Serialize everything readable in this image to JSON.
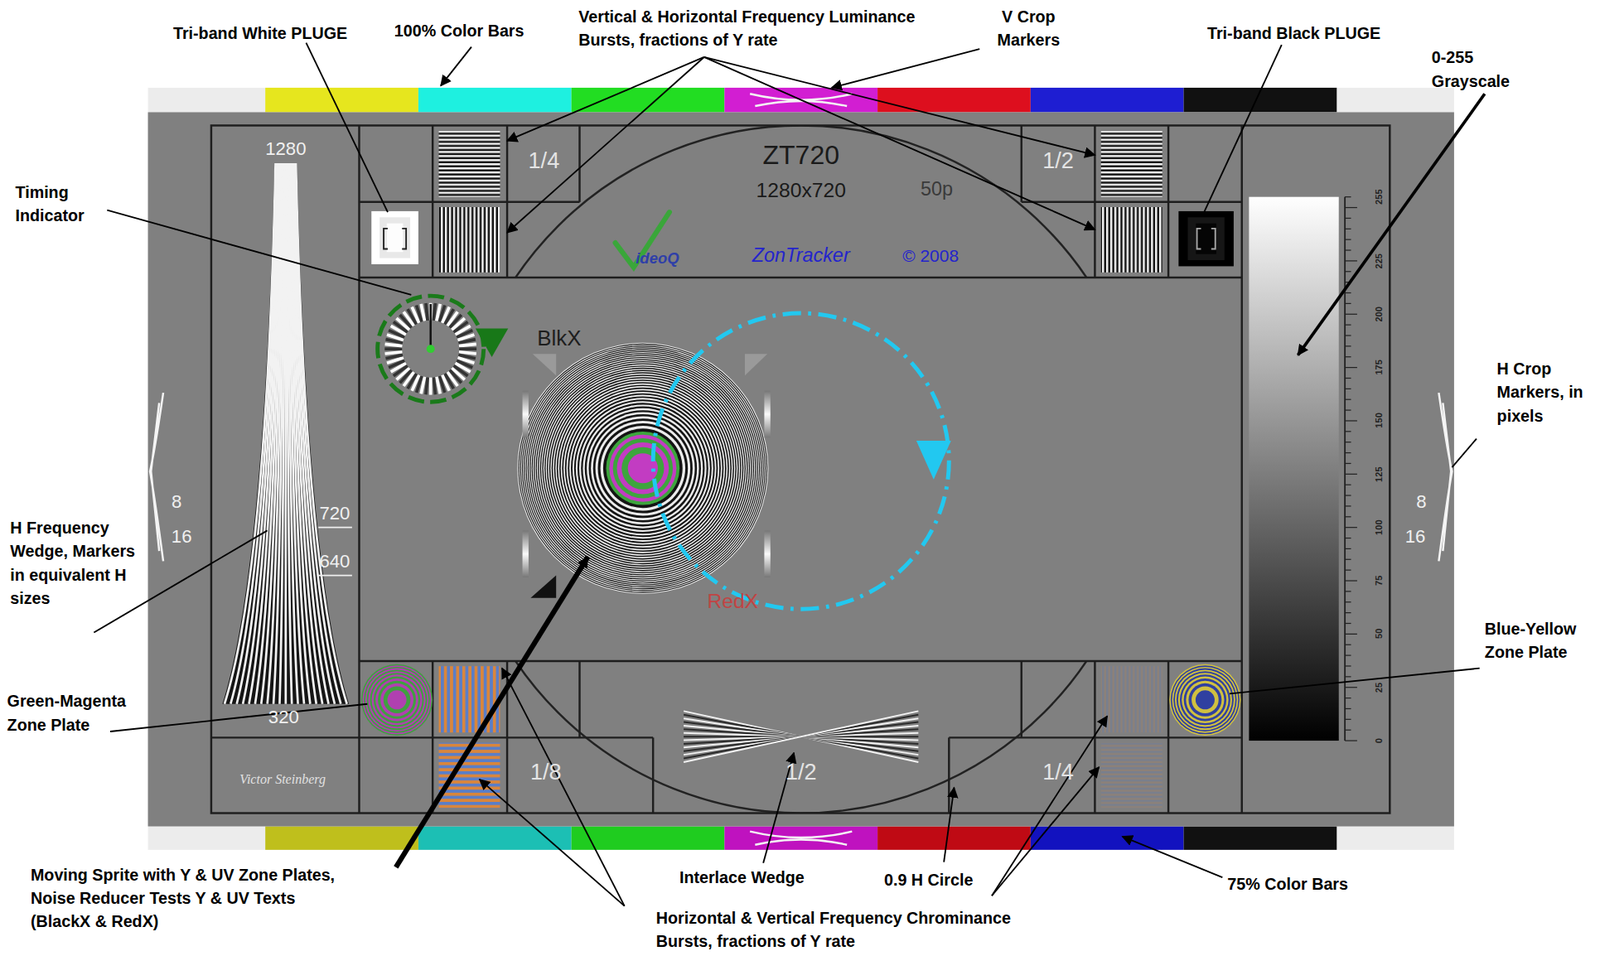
{
  "diagram": {
    "labels": [
      "Tri-band White PLUGE",
      "100% Color Bars",
      "Vertical & Horizontal Frequency Luminance Bursts, fractions of Y rate",
      "V Crop Markers",
      "Tri-band Black PLUGE",
      "0-255 Grayscale",
      "1280",
      "1/4",
      "ZT720",
      "1/2",
      "1280x720",
      "50p",
      "ideoQ",
      "ZonTracker",
      "© 2008",
      "Timing Indicator",
      "BlkX",
      "H Crop Markers, in pixels",
      "8",
      "720",
      "16",
      "640",
      "8",
      "16",
      "H Frequency Wedge, Markers in equivalent H sizes",
      "RedX",
      "Blue-Yellow Zone Plate",
      "Green-Magenta Zone Plate",
      "320",
      "Victor Steinberg",
      "1/8",
      "1/2",
      "1/4",
      "Moving Sprite with Y & UV Zone Plates, Noise Reducer Tests Y & UV Texts (BlackX & RedX)",
      "Interlace Wedge",
      "0.9 H Circle",
      "75% Color Bars",
      "Horizontal & Vertical Frequency Chrominance Bursts, fractions of Y rate",
      "255",
      "225",
      "200",
      "175",
      "150",
      "125",
      "100",
      "75",
      "50",
      "25",
      "0"
    ]
  }
}
